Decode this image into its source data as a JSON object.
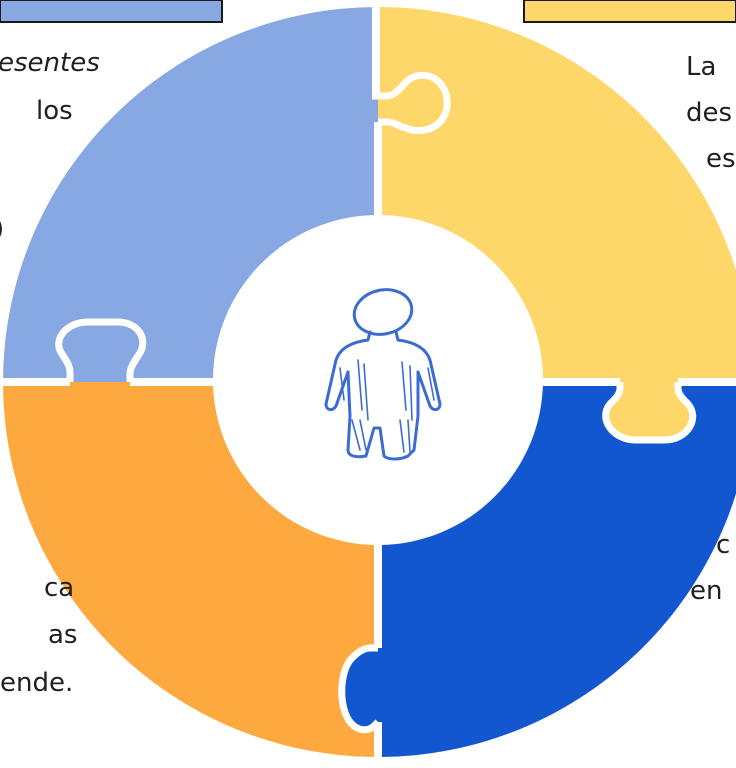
{
  "colors": {
    "q_top_left": "#87a8e3",
    "q_top_right": "#fdd76a",
    "q_bottom_left": "#fea840",
    "q_bottom_right": "#1257cf",
    "separator": "#ffffff",
    "center": "#ffffff",
    "figure_stroke": "#3c6bd1",
    "text": "#1f1f1f"
  },
  "center_icon": "person-sketch-icon",
  "texts": {
    "tl_line1": "esentes",
    "tl_line2": "los",
    "tl_mark": ")",
    "bl_line1": "ca",
    "bl_line2": "as",
    "bl_line3": "ende.",
    "tr_line1": "La",
    "tr_line2": "des",
    "tr_line3": "es",
    "br_line1": "c",
    "br_line2": "en"
  }
}
